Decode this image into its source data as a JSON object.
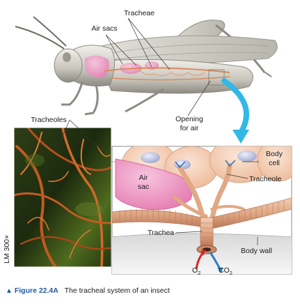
{
  "labels": {
    "tracheae": "Tracheae",
    "air_sacs": "Air sacs",
    "tracheoles": "Tracheoles",
    "opening_line1": "Opening",
    "opening_line2": "for air",
    "body_cell_line1": "Body",
    "body_cell_line2": "cell",
    "air_sac_line1": "Air",
    "air_sac_line2": "sac",
    "tracheole": "Tracheole",
    "trachea": "Trachea",
    "body_wall": "Body wall",
    "o2_base": "O",
    "o2_sub": "2",
    "co2_base": "CO",
    "co2_sub": "2"
  },
  "side_label": "LM 300×",
  "caption": {
    "triangle": "▲",
    "figure": "Figure 22.4A",
    "text": "The tracheal system of an insect"
  },
  "colors": {
    "accent_blue": "#1f5aa8",
    "arrow_cyan": "#32b8e6",
    "trachea_tan": "#e0a884",
    "air_sac_pink": "#ef9ec8",
    "o2_red": "#d8242b",
    "co2_blue": "#2a7fc7"
  }
}
